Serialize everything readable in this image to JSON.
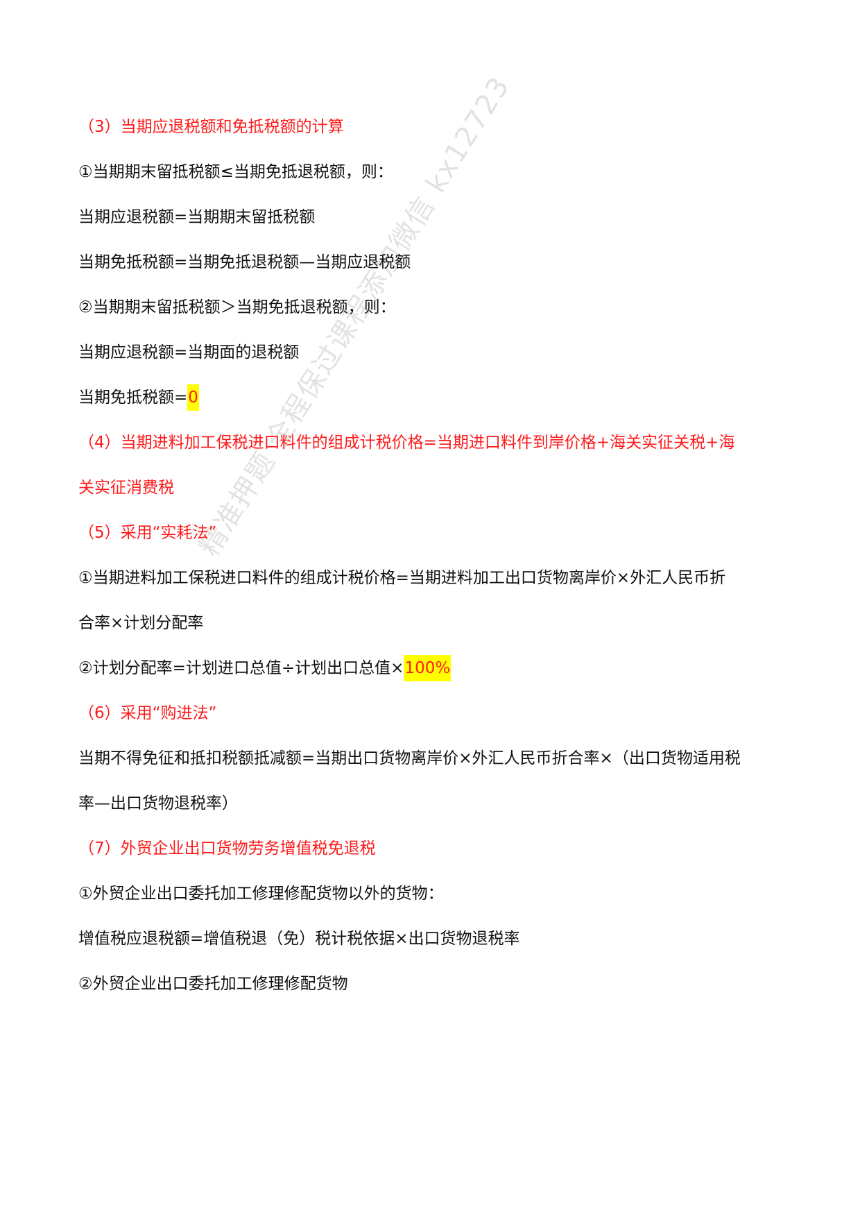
{
  "doc": {
    "lines": [
      {
        "id": "h3",
        "text": "（3）当期应退税额和免抵税额的计算",
        "style": "red"
      },
      {
        "id": "l1",
        "text": "①当期期末留抵税额≤当期免抵退税额，则："
      },
      {
        "id": "l2",
        "text": "当期应退税额=当期期末留抵税额"
      },
      {
        "id": "l3",
        "text": "当期免抵税额=当期免抵退税额—当期应退税额"
      },
      {
        "id": "l4",
        "text": "②当期期末留抵税额＞当期免抵退税额，则："
      },
      {
        "id": "l5",
        "text": "当期应退税额=当期面的退税额"
      },
      {
        "id": "l6",
        "text": "当期免抵税额=",
        "highlight": "0"
      },
      {
        "id": "h4a",
        "text": "（4）当期进料加工保税进口料件的组成计税价格=当期进口料件到岸价格+海关实征关税+海",
        "style": "red"
      },
      {
        "id": "h4b",
        "text": "关实征消费税",
        "style": "red"
      },
      {
        "id": "h5",
        "text": "（5）采用“实耗法”",
        "style": "red"
      },
      {
        "id": "l7",
        "text": "①当期进料加工保税进口料件的组成计税价格=当期进料加工出口货物离岸价×外汇人民币折"
      },
      {
        "id": "l8",
        "text": "合率×计划分配率"
      },
      {
        "id": "l9",
        "text": "②计划分配率=计划进口总值÷计划出口总值×",
        "highlight": "100%"
      },
      {
        "id": "h6",
        "text": "（6）采用“购进法”",
        "style": "red"
      },
      {
        "id": "l10",
        "text": "当期不得免征和抵扣税额抵减额=当期出口货物离岸价×外汇人民币折合率×（出口货物适用税"
      },
      {
        "id": "l11",
        "text": "率—出口货物退税率）"
      },
      {
        "id": "h7",
        "text": "（7）外贸企业出口货物劳务增值税免退税",
        "style": "red"
      },
      {
        "id": "l12",
        "text": "①外贸企业出口委托加工修理修配货物以外的货物："
      },
      {
        "id": "l13",
        "text": "增值税应退税额=增值税退（免）税计税依据×出口货物退税率"
      },
      {
        "id": "l14",
        "text": "②外贸企业出口委托加工修理修配货物"
      }
    ]
  },
  "watermark": {
    "text": "精准押题 全程保过课程添加微信 kx12723"
  }
}
